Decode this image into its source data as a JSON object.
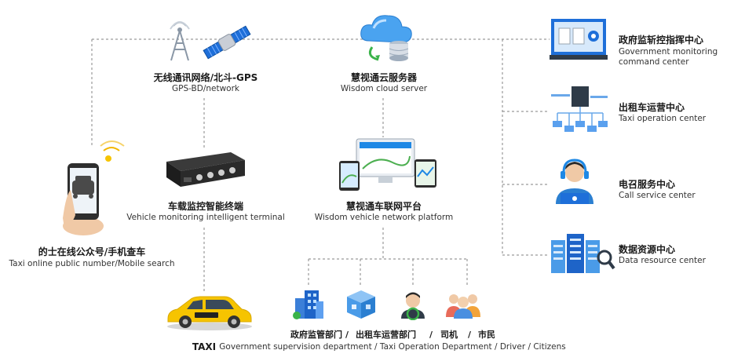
{
  "colors": {
    "connector": "#9a9a9a",
    "accent_blue": "#1e88e5",
    "taxi_yellow": "#f6c400"
  },
  "nodes": {
    "wireless": {
      "zh": "无线通讯网络/北斗-GPS",
      "en": "GPS-BD/network",
      "icons": [
        "antenna-tower-icon",
        "satellite-icon"
      ]
    },
    "cloud": {
      "zh": "慧视通云服务器",
      "en": "Wisdom cloud server",
      "icon": "cloud-server-icon"
    },
    "terminal": {
      "zh": "车载监控智能终端",
      "en": "Vehicle monitoring intelligent terminal",
      "icon": "dvr-terminal-icon"
    },
    "platform": {
      "zh": "慧视通车联网平台",
      "en": "Wisdom vehicle network platform",
      "icon": "multi-device-platform-icon"
    },
    "mobile": {
      "zh": "的士在线公众号/手机查车",
      "en": "Taxi online public number/Mobile search",
      "icon": "smartphone-taxi-icon"
    },
    "taxi": {
      "label": "TAXI",
      "icon": "taxi-car-icon"
    },
    "departments": {
      "labels_zh": [
        "政府监管部门",
        "出租车运营部门",
        "司机",
        "市民"
      ],
      "separator": "/",
      "en": "Government supervision department / Taxi Operation Department / Driver / Citizens",
      "icons": [
        "government-building-icon",
        "operation-building-icon",
        "driver-icon",
        "citizens-icon"
      ]
    }
  },
  "right_centers": [
    {
      "zh": "政府监斩控指挥中心",
      "en1": "Government monitoring",
      "en2": "command center",
      "icon": "monitor-center-icon"
    },
    {
      "zh": "出租车运营中心",
      "en1": "Taxi operation center",
      "en2": "",
      "icon": "server-network-icon"
    },
    {
      "zh": "电召服务中心",
      "en1": "Call service center",
      "en2": "",
      "icon": "call-agent-icon"
    },
    {
      "zh": "数据资源中心",
      "en1": "Data resource center",
      "en2": "",
      "icon": "data-server-icon"
    }
  ]
}
